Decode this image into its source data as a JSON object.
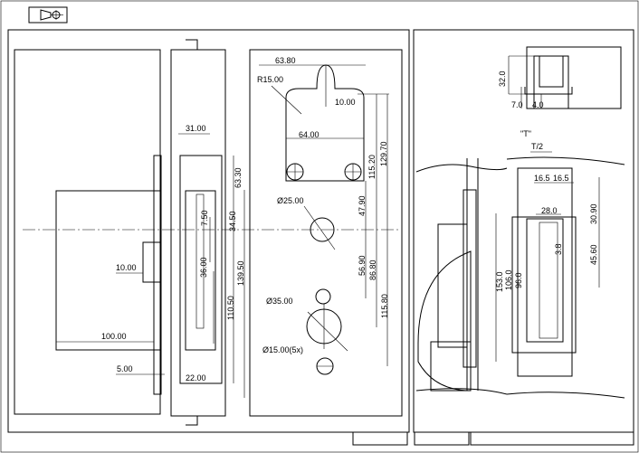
{
  "title_block_icon": "projection-symbol-icon",
  "dimensions": {
    "width_63_80": "63.80",
    "radius_15": "R15.00",
    "slot_10": "10.00",
    "slot_64": "64.00",
    "hole_25": "Ø25.00",
    "hole_35": "Ø35.00",
    "hole_15": "Ø15.00(5x)",
    "strip_31": "31.00",
    "v_63_30": "63.30",
    "v_7_50": "7.50",
    "v_34_50": "34.50",
    "v_36": "36.00",
    "v_139_50": "139.50",
    "v_110_50": "110.50",
    "strip_22": "22.00",
    "plate_10": "10.00",
    "plate_100": "100.00",
    "plate_5": "5.00",
    "v_115_20": "115.20",
    "v_129_70": "129.70",
    "v_47_90": "47.90",
    "v_56_90": "56.90",
    "v_86_80": "86.80",
    "v_115_80": "115.80",
    "detail_32": "32.0",
    "detail_7": "7.0",
    "detail_4": "4.0",
    "t_label": "\"T\"",
    "t_half": "T/2",
    "w_16_5a": "16.5",
    "w_16_5b": "16.5",
    "w_28": "28.0",
    "v_30_90": "30.90",
    "v_3_8": "3.8",
    "v_45_60": "45.60",
    "v_153": "153.0",
    "v_106": "106.0",
    "v_96": "96.0"
  }
}
